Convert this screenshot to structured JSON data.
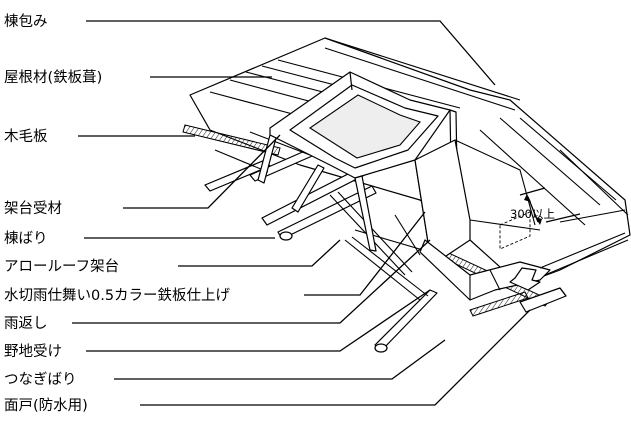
{
  "labels": {
    "munetsutsumi": "棟包み",
    "yanezai": "屋根材(鉄板葺)",
    "mokumoita": "木毛板",
    "kadai_ukezai": "架台受材",
    "munebari": "棟ばり",
    "arrow_roof_kadai": "アロールーフ架台",
    "mizukiri": "水切雨仕舞い0.5カラー鉄板仕上げ",
    "amagaeshi": "雨返し",
    "noji_uke": "野地受け",
    "tsunagibari": "つなぎばり",
    "mendo": "面戸(防水用)"
  },
  "dimension": {
    "value": "300以上"
  }
}
